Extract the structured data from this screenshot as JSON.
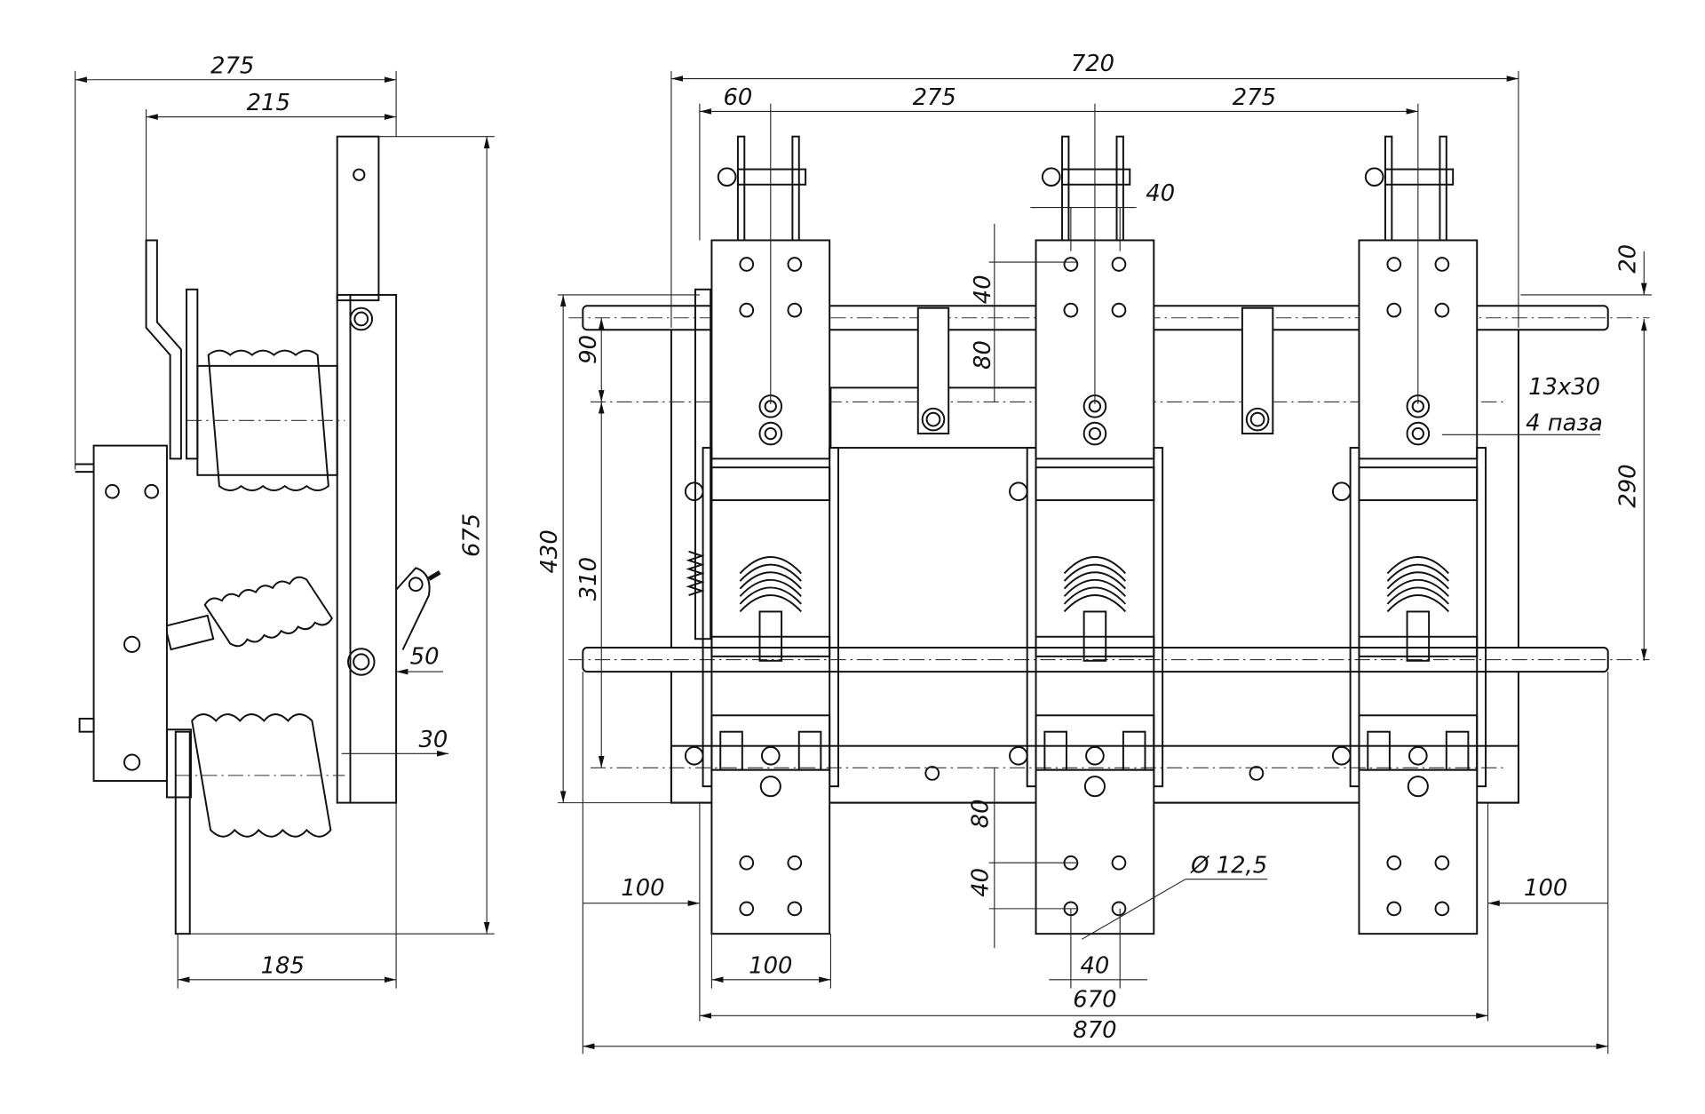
{
  "side_view": {
    "dims": {
      "overall_width": "275",
      "depth_215": "215",
      "height": "675",
      "offset_50": "50",
      "offset_30": "30",
      "base_185": "185"
    }
  },
  "front_view": {
    "dims": {
      "overall_720": "720",
      "edge_60": "60",
      "pitch_1": "275",
      "pitch_2": "275",
      "contact_40": "40",
      "top_20": "20",
      "upper_40": "40",
      "upper_80": "80",
      "left_90": "90",
      "slot_size": "13x30",
      "slot_count": "4 паза",
      "span_290": "290",
      "height_430": "430",
      "height_310": "310",
      "lower_80": "80",
      "lower_40": "40",
      "hole_diameter": "Ø 12,5",
      "left_100": "100",
      "right_100": "100",
      "terminal_100": "100",
      "bottom_40": "40",
      "width_670": "670",
      "width_870": "870"
    }
  }
}
